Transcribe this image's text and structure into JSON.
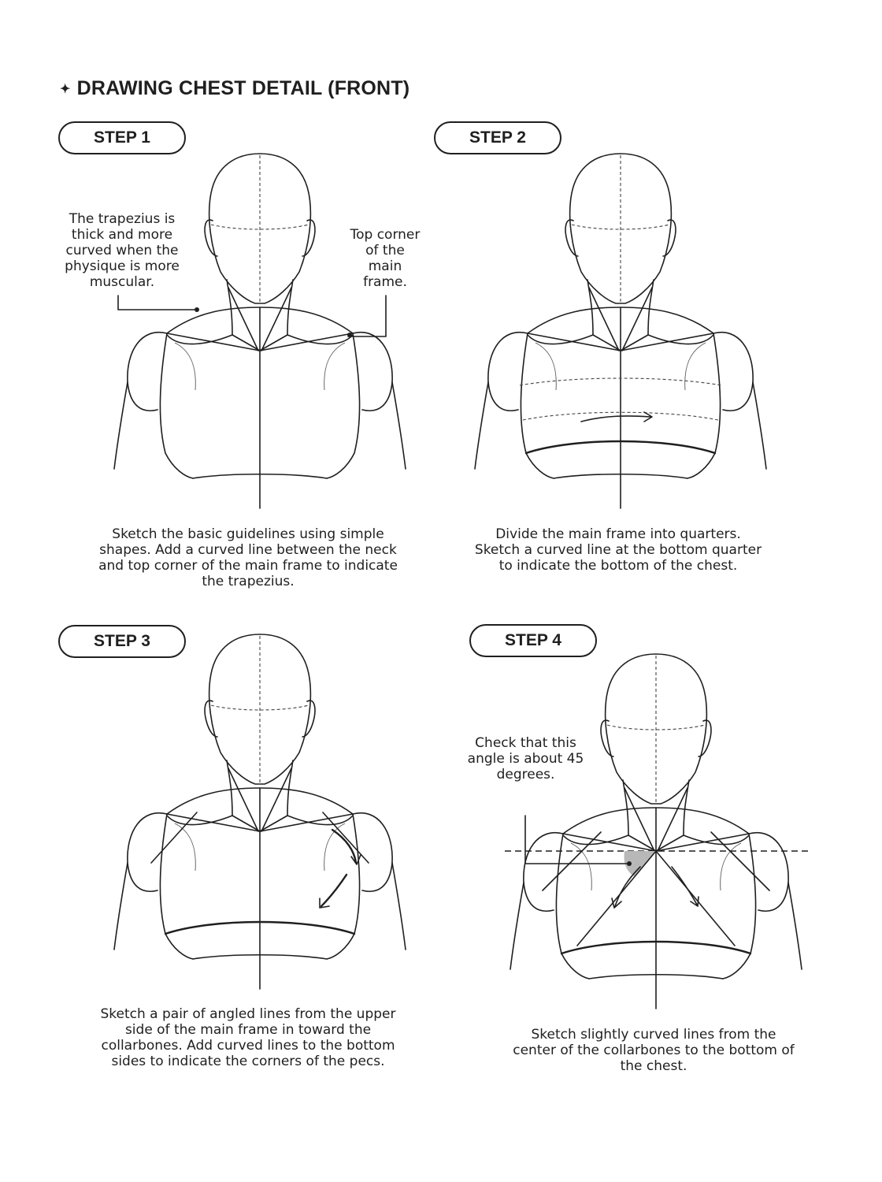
{
  "title": {
    "icon": "sparkle-icon",
    "symbol": "✦",
    "text": "DRAWING CHEST DETAIL (FRONT)"
  },
  "steps": [
    {
      "label": "STEP 1",
      "notes": [
        "The trapezius is thick and more curved when the physique is more muscular.",
        "Top corner of the main frame."
      ],
      "caption": "Sketch the basic guidelines using simple shapes. Add a curved line between the neck and top corner of the main frame to indicate the trapezius."
    },
    {
      "label": "STEP 2",
      "notes": [],
      "caption": "Divide the main frame into quarters. Sketch a curved line at the bottom quarter to indicate the bottom of the chest."
    },
    {
      "label": "STEP 3",
      "notes": [],
      "caption": "Sketch a pair of angled lines from the upper side of the main frame in toward the collarbones. Add curved lines to the bottom sides to indicate the corners of the pecs."
    },
    {
      "label": "STEP 4",
      "notes": [
        "Check that this angle is about 45 degrees."
      ],
      "caption": "Sketch slightly curved lines from the center of the collarbones to the bottom of the chest."
    }
  ],
  "colors": {
    "ink": "#1f1f1f",
    "angle_fill": "#b8b8b8",
    "background": "#ffffff"
  }
}
